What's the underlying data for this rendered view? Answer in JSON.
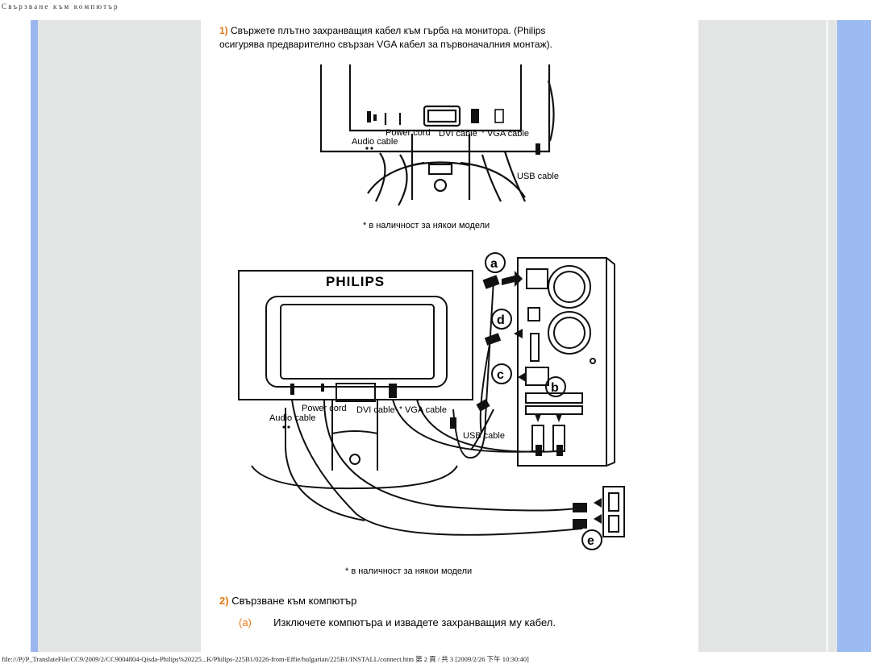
{
  "header": {
    "title": "Свързване към компютър"
  },
  "step1": {
    "number": "1)",
    "line1": "Свържете плътно захранващия кабел към гърба на монитора. (Philips",
    "line2": "осигурява предварително свързан VGA кабел за първоначалния монтаж)."
  },
  "figure1": {
    "labels": {
      "audio": "Audio cable",
      "power": "Power cord",
      "dvi": "DVI cable",
      "vga": "VGA cable",
      "usb": "USB cable"
    },
    "note": "* в наличност за някои модели"
  },
  "figure2": {
    "brand": "PHILIPS",
    "markers": [
      "a",
      "d",
      "c",
      "b",
      "e"
    ],
    "labels": {
      "audio": "Audio cable",
      "power": "Power cord",
      "dvi": "DVI cable",
      "vga": "VGA cable",
      "usb": "USB cable"
    },
    "note": "* в наличност за някои модели"
  },
  "step2": {
    "number": "2)",
    "text": "Свързване към компютър"
  },
  "substep_a": {
    "marker": "(a)",
    "text": "Изключете компютъра и извадете захранващия му кабел."
  },
  "footer": {
    "path": "file:///P|/P_TranslateFile/CC9/2009/2/CC9004804-Qisda-Philips%20225...K/Philips-225B1/0226-from-Effie/bulgarian/225B1/INSTALL/connect.htm 第 2 頁 / 共 3 [2009/2/26 下午 10:30:40]"
  },
  "colors": {
    "accent": "#e87714",
    "side_blue": "#9bbbf2",
    "side_gray": "#e3e5e4"
  }
}
